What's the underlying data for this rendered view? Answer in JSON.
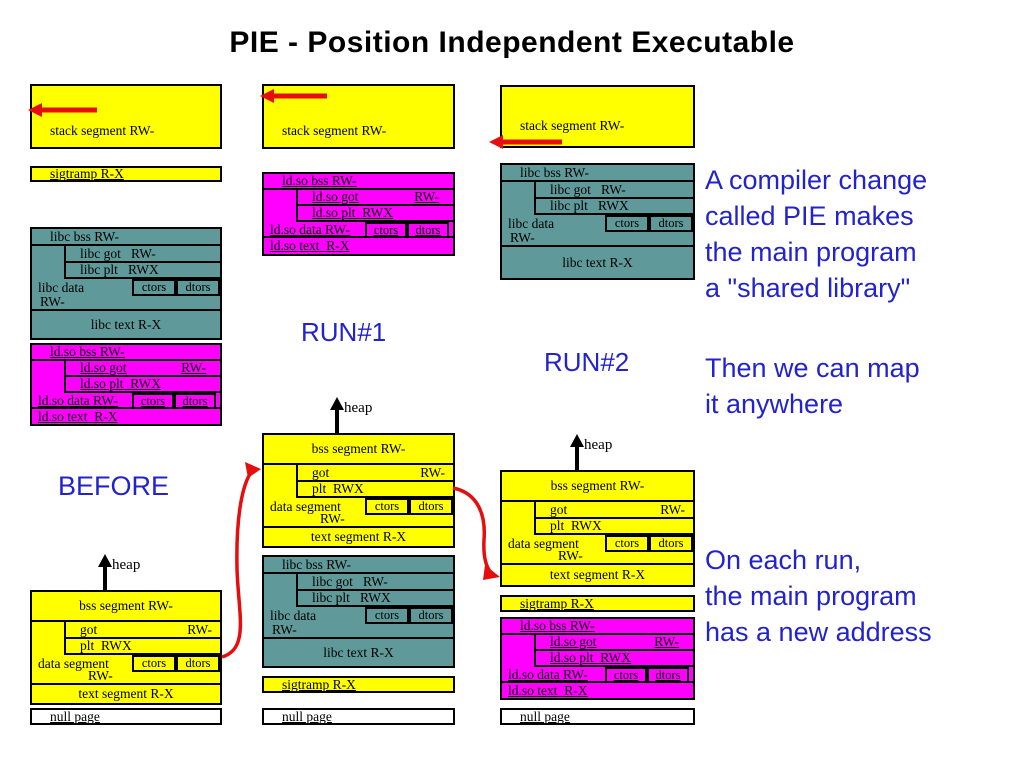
{
  "title": "PIE - Position Independent Executable",
  "labels": {
    "stack": "stack segment RW-",
    "sigtramp": "sigtramp R-X",
    "null_page": "null page",
    "heap": "heap",
    "before": "BEFORE",
    "run1": "RUN#1",
    "run2": "RUN#2",
    "ctors": "ctors",
    "dtors": "dtors"
  },
  "main_block": {
    "bss": "bss segment RW-",
    "got": "got",
    "got_perm": "RW-",
    "plt": "plt  RWX",
    "data": "data segment",
    "data_perm": "RW-",
    "text": "text segment R-X"
  },
  "libc_block": {
    "bss": "libc bss RW-",
    "got": "libc got   RW-",
    "plt": "libc plt   RWX",
    "data": "libc data",
    "data_perm": "RW-",
    "text": "libc text R-X"
  },
  "ldso_block": {
    "bss": "ld.so bss RW-",
    "got": "ld.so got",
    "got_perm": "RW-",
    "plt": "ld.so plt  RWX",
    "data": "ld.so data RW-",
    "text": "ld.so text  R-X"
  },
  "annotations": {
    "para1": [
      "A compiler change",
      "called PIE makes",
      "the main program",
      "a \"shared library\""
    ],
    "para2": [
      "Then we can map",
      "it anywhere"
    ],
    "para3": [
      "On each run,",
      "the main program",
      "has a new address"
    ]
  },
  "colors": {
    "segment_yellow": "#ffff00",
    "ldso_magenta": "#ff00ff",
    "libc_teal": "#5f9999",
    "annotation_blue": "#2323cc",
    "arrow_red": "#e50d0d",
    "null_page_white": "#ffffff"
  }
}
